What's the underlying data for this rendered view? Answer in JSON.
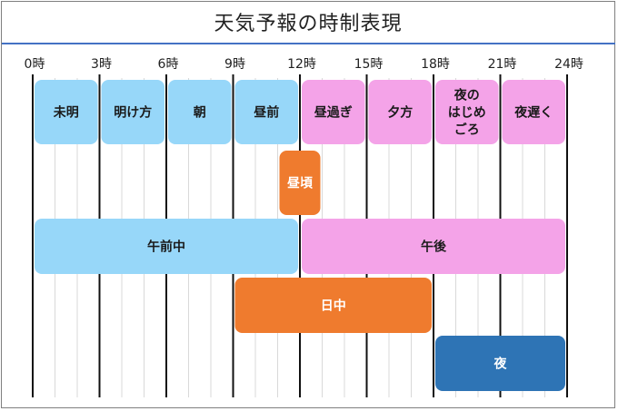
{
  "title": "天気予報の時制表現",
  "colors": {
    "light_blue": "#97d7f9",
    "pink": "#f4a3e8",
    "orange": "#ef7b2e",
    "dark_blue": "#2e74b5",
    "major_line": "#111111",
    "minor_line": "#d9d9d9",
    "dark_text": "#1a1a1a",
    "light_text": "#ffffff"
  },
  "chart_data": {
    "type": "timeline",
    "hour_range": [
      0,
      24
    ],
    "major_ticks": [
      0,
      3,
      6,
      9,
      12,
      15,
      18,
      21,
      24
    ],
    "tick_labels": [
      "0時",
      "3時",
      "6時",
      "9時",
      "12時",
      "15時",
      "18時",
      "21時",
      "24時"
    ],
    "rows": [
      {
        "name": "row-1",
        "bars": [
          {
            "label": [
              "未明"
            ],
            "start": 0,
            "end": 3,
            "color": "light_blue",
            "text": "dark_text"
          },
          {
            "label": [
              "明け方"
            ],
            "start": 3,
            "end": 6,
            "color": "light_blue",
            "text": "dark_text"
          },
          {
            "label": [
              "朝"
            ],
            "start": 6,
            "end": 9,
            "color": "light_blue",
            "text": "dark_text"
          },
          {
            "label": [
              "昼前"
            ],
            "start": 9,
            "end": 12,
            "color": "light_blue",
            "text": "dark_text"
          },
          {
            "label": [
              "昼過ぎ"
            ],
            "start": 12,
            "end": 15,
            "color": "pink",
            "text": "dark_text"
          },
          {
            "label": [
              "夕方"
            ],
            "start": 15,
            "end": 18,
            "color": "pink",
            "text": "dark_text"
          },
          {
            "label": [
              "夜の",
              "はじめ",
              "ごろ"
            ],
            "start": 18,
            "end": 21,
            "color": "pink",
            "text": "dark_text"
          },
          {
            "label": [
              "夜遅く"
            ],
            "start": 21,
            "end": 24,
            "color": "pink",
            "text": "dark_text"
          }
        ]
      },
      {
        "name": "row-2",
        "bars": [
          {
            "label": [
              "昼頃"
            ],
            "start": 11,
            "end": 13,
            "color": "orange",
            "text": "light_text"
          }
        ]
      },
      {
        "name": "row-3",
        "bars": [
          {
            "label": [
              "午前中"
            ],
            "start": 0,
            "end": 12,
            "color": "light_blue",
            "text": "dark_text"
          },
          {
            "label": [
              "午後"
            ],
            "start": 12,
            "end": 24,
            "color": "pink",
            "text": "dark_text"
          }
        ]
      },
      {
        "name": "row-4",
        "bars": [
          {
            "label": [
              "日中"
            ],
            "start": 9,
            "end": 18,
            "color": "orange",
            "text": "light_text"
          }
        ]
      },
      {
        "name": "row-5",
        "bars": [
          {
            "label": [
              "夜"
            ],
            "start": 18,
            "end": 24,
            "color": "dark_blue",
            "text": "light_text"
          }
        ]
      }
    ]
  }
}
